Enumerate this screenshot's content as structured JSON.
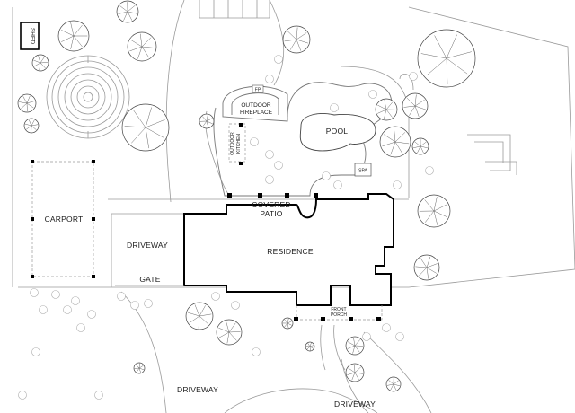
{
  "labels": {
    "shed": "SHED",
    "outdoor_fireplace_line1": "OUTDOOR",
    "outdoor_fireplace_line2": "FIREPLACE",
    "fp": "FP",
    "pool": "POOL",
    "outdoor_kitchen_line1": "OUTDOOR",
    "outdoor_kitchen_line2": "KITCHEN",
    "spa": "SPA",
    "covered_patio_line1": "COVERED",
    "covered_patio_line2": "PATIO",
    "carport": "CARPORT",
    "driveway_upper": "DRIVEWAY",
    "residence": "RESIDENCE",
    "gate": "GATE",
    "front_porch_line1": "FRONT",
    "front_porch_line2": "PORCH",
    "driveway_lower_left": "DRIVEWAY",
    "driveway_lower_right": "DRIVEWAY"
  }
}
